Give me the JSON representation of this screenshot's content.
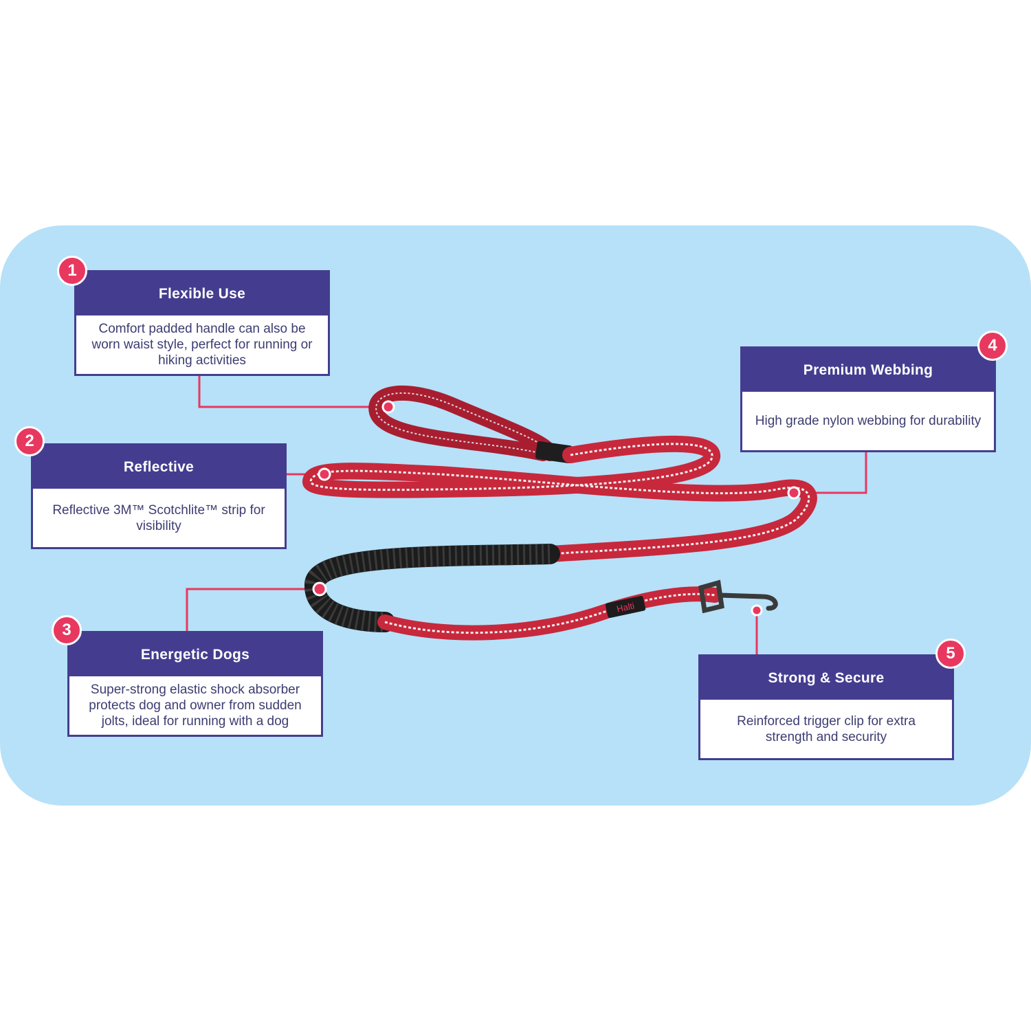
{
  "colors": {
    "panel": "#b6e1f8",
    "header": "#443d8f",
    "accent": "#e8385f",
    "leash": "#c8283c"
  },
  "leash_brand": "Halti",
  "features": [
    {
      "number": "1",
      "title": "Flexible Use",
      "description": "Comfort padded handle can also be worn waist style, perfect for running or hiking activities"
    },
    {
      "number": "2",
      "title": "Reflective",
      "description": "Reflective 3M™ Scotchlite™ strip for visibility"
    },
    {
      "number": "3",
      "title": "Energetic Dogs",
      "description": "Super-strong elastic shock absorber protects dog and owner from sudden jolts, ideal for running with a dog"
    },
    {
      "number": "4",
      "title": "Premium Webbing",
      "description": "High grade nylon webbing for durability"
    },
    {
      "number": "5",
      "title": "Strong & Secure",
      "description": "Reinforced trigger clip for extra strength and security"
    }
  ]
}
